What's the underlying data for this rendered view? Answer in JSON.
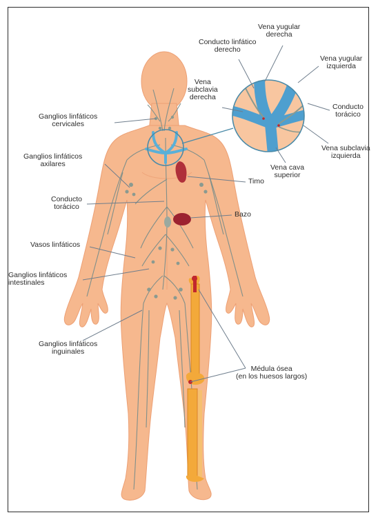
{
  "labels": {
    "vena_yugular_derecha": [
      "Vena yugular",
      "derecha"
    ],
    "conducto_linfatico_derecho": [
      "Conducto linfático",
      "derecho"
    ],
    "vena_yugular_izquierda": [
      "Vena yugular",
      "izquierda"
    ],
    "vena_subclavia_derecha": [
      "Vena",
      "subclavia",
      "derecha"
    ],
    "ganglios_cervicales": [
      "Ganglios linfáticos",
      "cervicales"
    ],
    "conducto_toracico_inset": [
      "Conducto",
      "torácico"
    ],
    "ganglios_axilares": [
      "Ganglios linfáticos",
      "axilares"
    ],
    "vena_subclavia_izquierda": [
      "Vena subclavia",
      "izquierda"
    ],
    "vena_cava_superior": [
      "Vena cava",
      "superior"
    ],
    "timo": [
      "Timo"
    ],
    "conducto_toracico": [
      "Conducto",
      "torácico"
    ],
    "bazo": [
      "Bazo"
    ],
    "vasos_linfaticos": [
      "Vasos linfáticos"
    ],
    "ganglios_intestinales": [
      "Ganglios linfáticos",
      "intestinales"
    ],
    "ganglios_inguinales": [
      "Ganglios linfáticos",
      "inguinales"
    ],
    "medula_osea": [
      "Médula ósea",
      "(en los huesos largos)"
    ]
  },
  "colors": {
    "skin": "#f6b88e",
    "skin_shadow": "#eea57a",
    "lymph": "#7f8f8a",
    "vein": "#5ab0d8",
    "organ": "#b0303a",
    "bone": "#f3a93a",
    "leader": "#6e7d8c"
  }
}
